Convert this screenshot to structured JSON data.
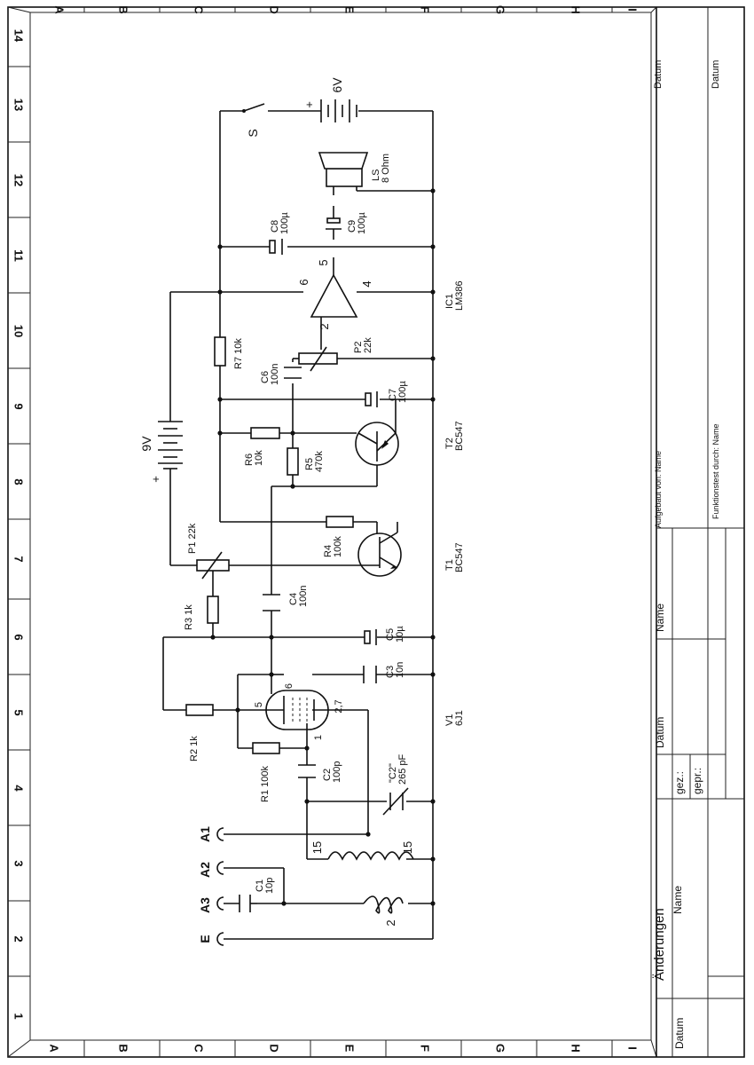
{
  "frame": {
    "column_letters": [
      "A",
      "B",
      "C",
      "D",
      "E",
      "F",
      "G",
      "H",
      "I"
    ],
    "row_numbers": [
      "14",
      "13",
      "12",
      "11",
      "10",
      "9",
      "8",
      "7",
      "6",
      "5",
      "4",
      "3",
      "2",
      "1"
    ]
  },
  "title_block": {
    "changes": "Änderungen",
    "name": "Name",
    "date": "Datum",
    "drawn": "gez.:",
    "checked": "gepr.:",
    "built_by": "Aufgebaut von: Name",
    "tested_by": "Funktionstest durch: Name"
  },
  "schematic": {
    "terminals": [
      "A1",
      "A2",
      "A3",
      "E"
    ],
    "coil_pins": [
      "15",
      "15",
      "2"
    ],
    "tube_pins": [
      "6",
      "5",
      "2,7",
      "1"
    ],
    "opamp_pins": [
      "6",
      "5",
      "4",
      "2"
    ],
    "components": {
      "C1": [
        "C1",
        "10p"
      ],
      "C2": [
        "C2",
        "100p"
      ],
      "C2v": [
        "\"C2\"",
        "265 pF"
      ],
      "R1": "R1 100k",
      "R2": "R2 1k",
      "V1": [
        "V1",
        "6J1"
      ],
      "C3": [
        "C3",
        "10n"
      ],
      "R3": "R3 1k",
      "C5": [
        "C5",
        "10µ"
      ],
      "C4": [
        "C4",
        "100n"
      ],
      "P1": "P1 22k",
      "R4": [
        "R4",
        "100k"
      ],
      "T1": [
        "T1",
        "BC547"
      ],
      "R6": [
        "R6",
        "10k"
      ],
      "R5": [
        "R5",
        "470k"
      ],
      "T2": [
        "T2",
        "BC547"
      ],
      "C7": [
        "C7",
        "100µ"
      ],
      "C6": [
        "C6",
        "100n"
      ],
      "R7": "R7 10k",
      "P2": [
        "P2",
        "22k"
      ],
      "IC1": [
        "IC1",
        "LM386"
      ],
      "C8": [
        "C8",
        "100µ"
      ],
      "C9": [
        "C9",
        "100µ"
      ],
      "LS": [
        "LS",
        "8 Ohm"
      ],
      "S": "S",
      "B6": "6V",
      "B9": "9V",
      "plus": "+"
    }
  }
}
